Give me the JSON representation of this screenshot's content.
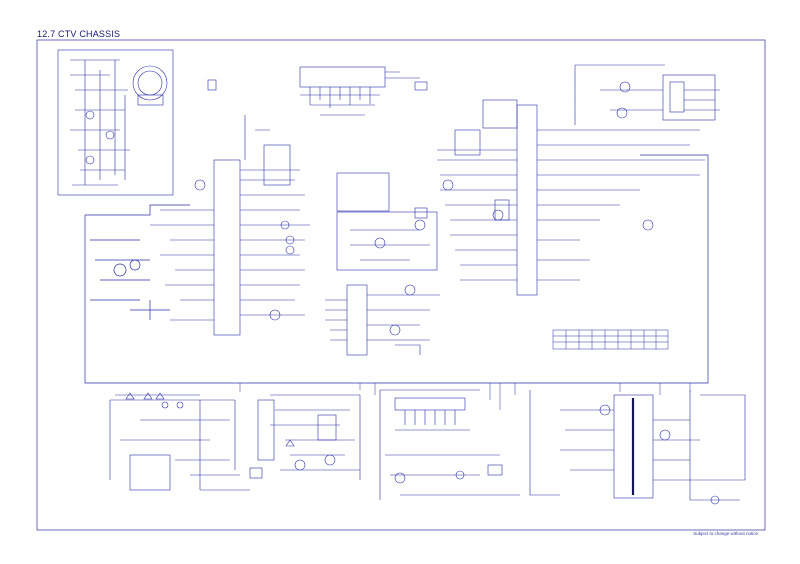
{
  "title": "12.7 CTV CHASSIS",
  "side_tag": "",
  "footnote": "Subject to change without notice",
  "colors": {
    "ink": "#2b2fa8",
    "frame": "#4a4aa8",
    "ink_dark": "#15155a",
    "paper": "#ffffff"
  },
  "legend_table": {
    "rows": 3,
    "cols": 9
  }
}
